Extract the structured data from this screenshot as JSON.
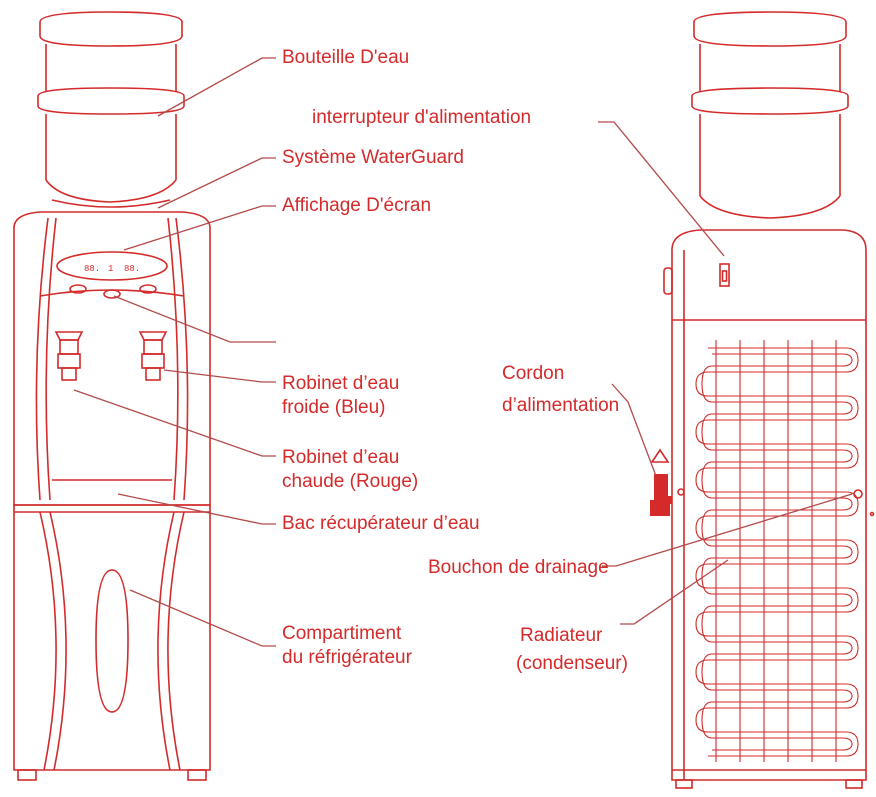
{
  "colors": {
    "line": "#d42a2a",
    "leader": "#b44a4a",
    "background": "#ffffff"
  },
  "display": {
    "left_readout": "88.",
    "center_readout": "1",
    "right_readout": "88."
  },
  "labels": {
    "bottle": "Bouteille D'eau",
    "waterguard": "Système WaterGuard",
    "display_screen": "Affichage D'écran",
    "cold_tap_line1": "Robinet d’eau",
    "cold_tap_line2": "froide (Bleu)",
    "hot_tap_line1": "Robinet d’eau",
    "hot_tap_line2": "chaude (Rouge)",
    "drip_tray": "Bac récupérateur d’eau",
    "fridge_line1": "Compartiment",
    "fridge_line2": "du réfrigérateur",
    "power_switch": "interrupteur d'alimentation",
    "power_cord_line1": "Cordon",
    "power_cord_line2": "d’alimentation",
    "drain_plug": "Bouchon de drainage",
    "radiator_line1": "Radiateur",
    "radiator_line2": "(condenseur)"
  }
}
